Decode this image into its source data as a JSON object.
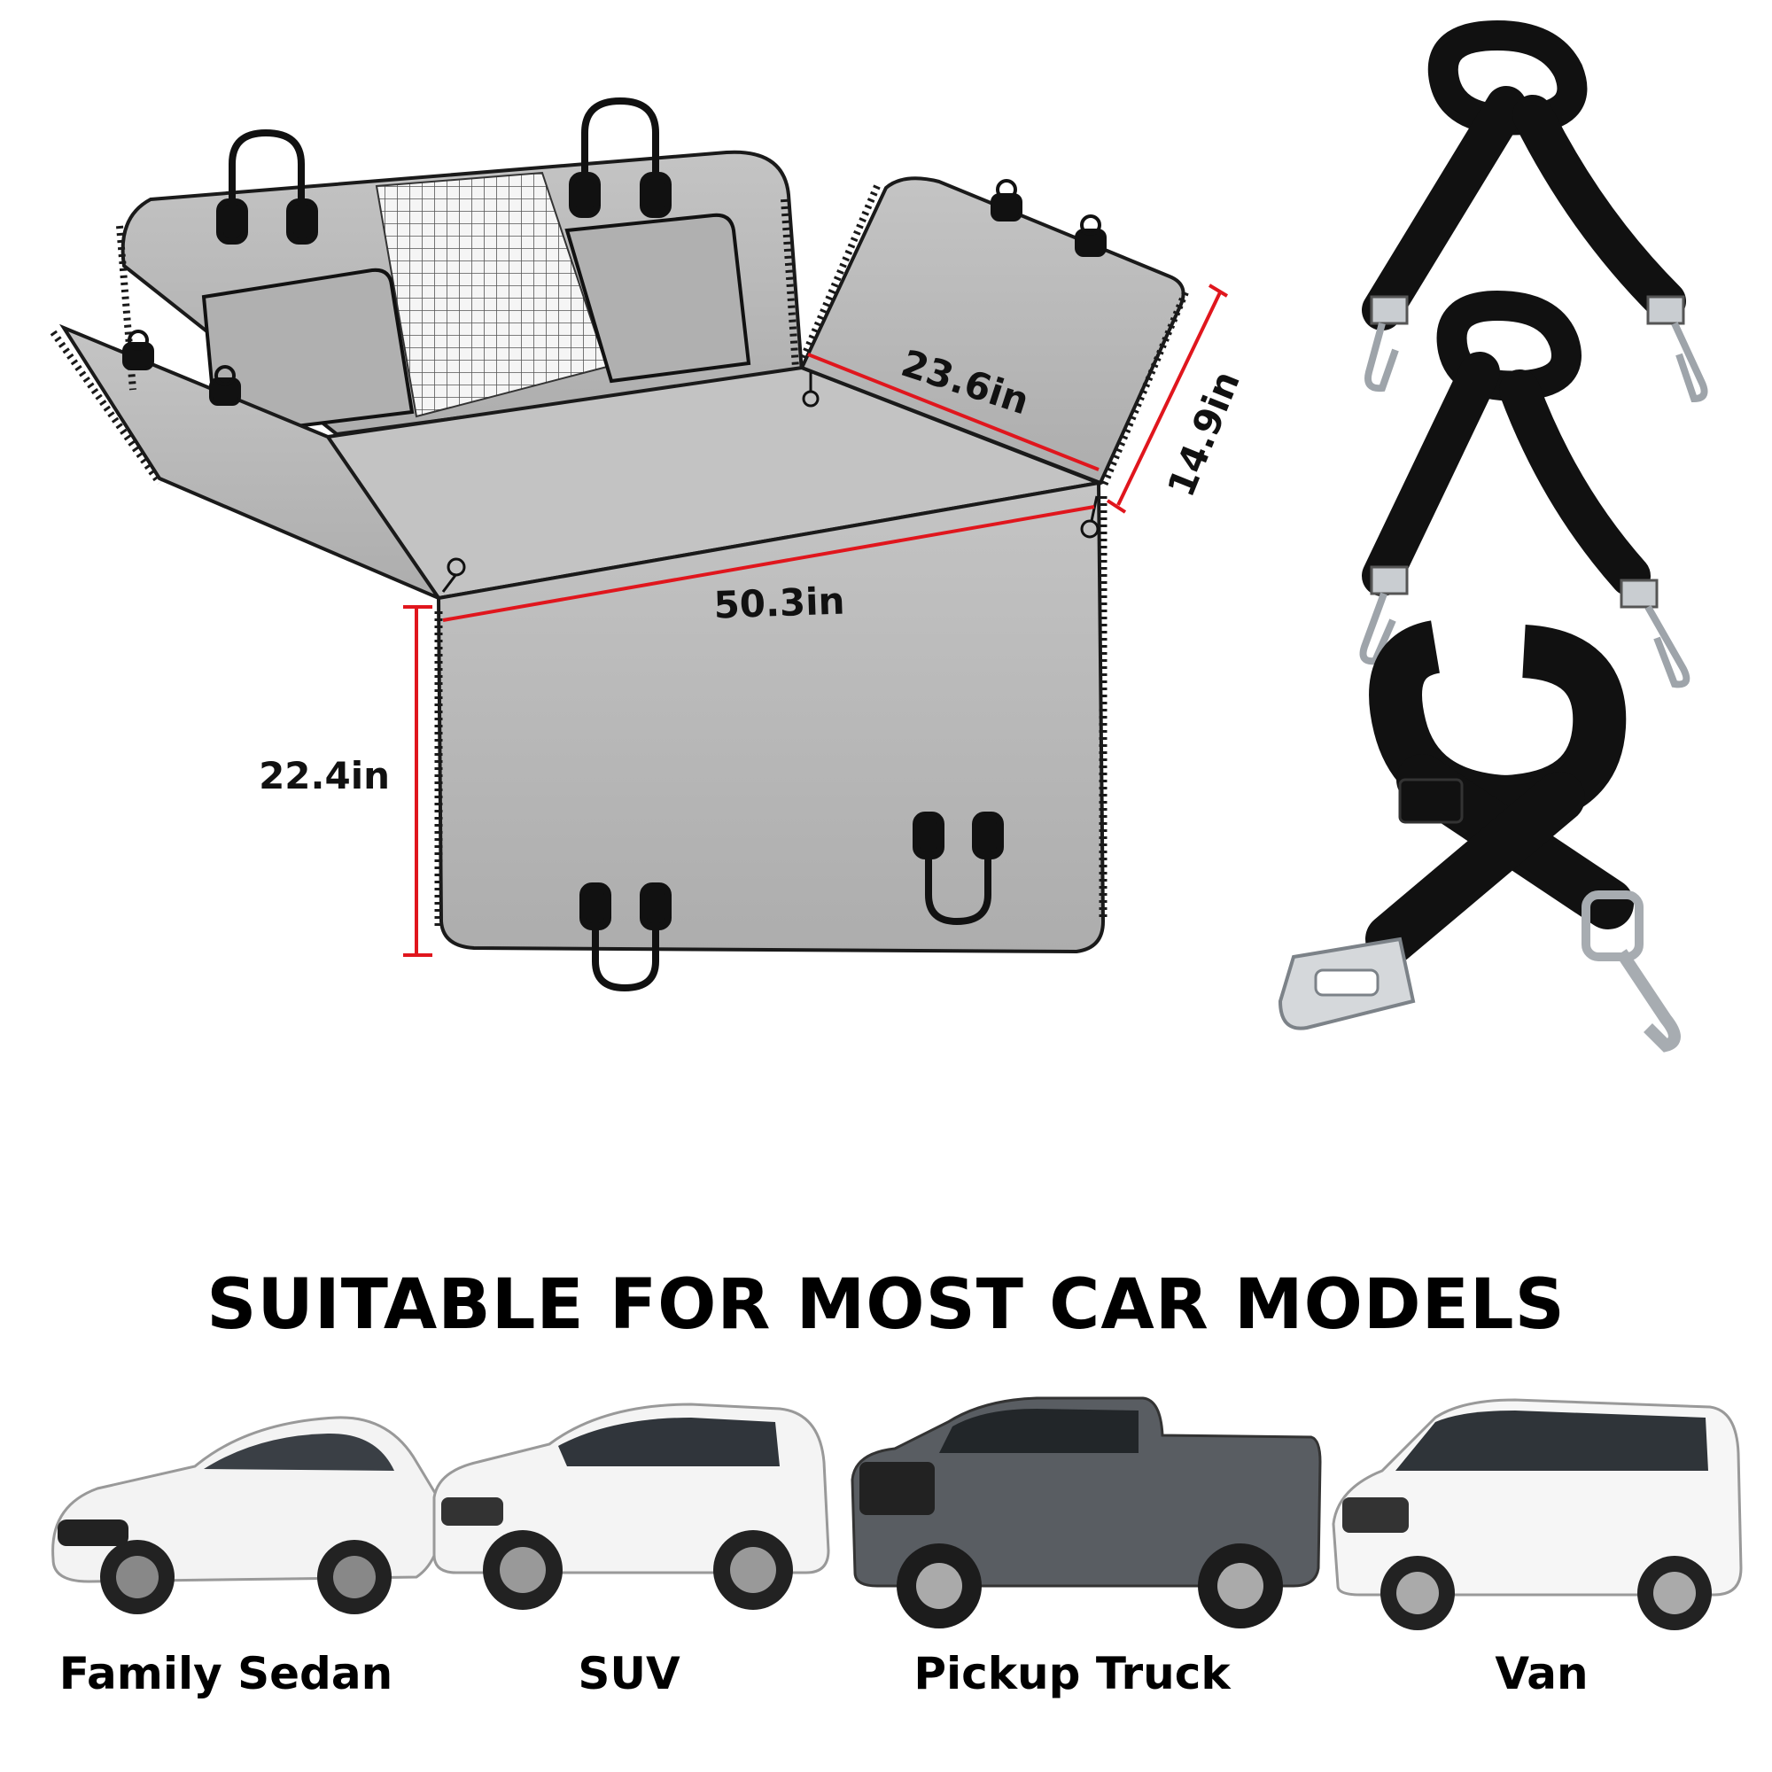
{
  "dimensions": {
    "width_back": "50.3in",
    "side_width": "23.6in",
    "side_height": "14.9in",
    "front_height": "22.4in",
    "line_color": "#e0161d"
  },
  "accessories": [
    "strap-icon",
    "strap-icon",
    "seatbelt-leash-icon"
  ],
  "headline": "SUITABLE FOR MOST CAR MODELS",
  "car_models": [
    {
      "label": "Family Sedan",
      "icon": "sedan-icon"
    },
    {
      "label": "SUV",
      "icon": "suv-icon"
    },
    {
      "label": "Pickup Truck",
      "icon": "pickup-truck-icon"
    },
    {
      "label": "Van",
      "icon": "van-icon"
    }
  ],
  "colors": {
    "panel": "#b8b8b8",
    "panel_edge": "#1a1a1a",
    "strap": "#111111",
    "metal": "#c9cdd1"
  }
}
